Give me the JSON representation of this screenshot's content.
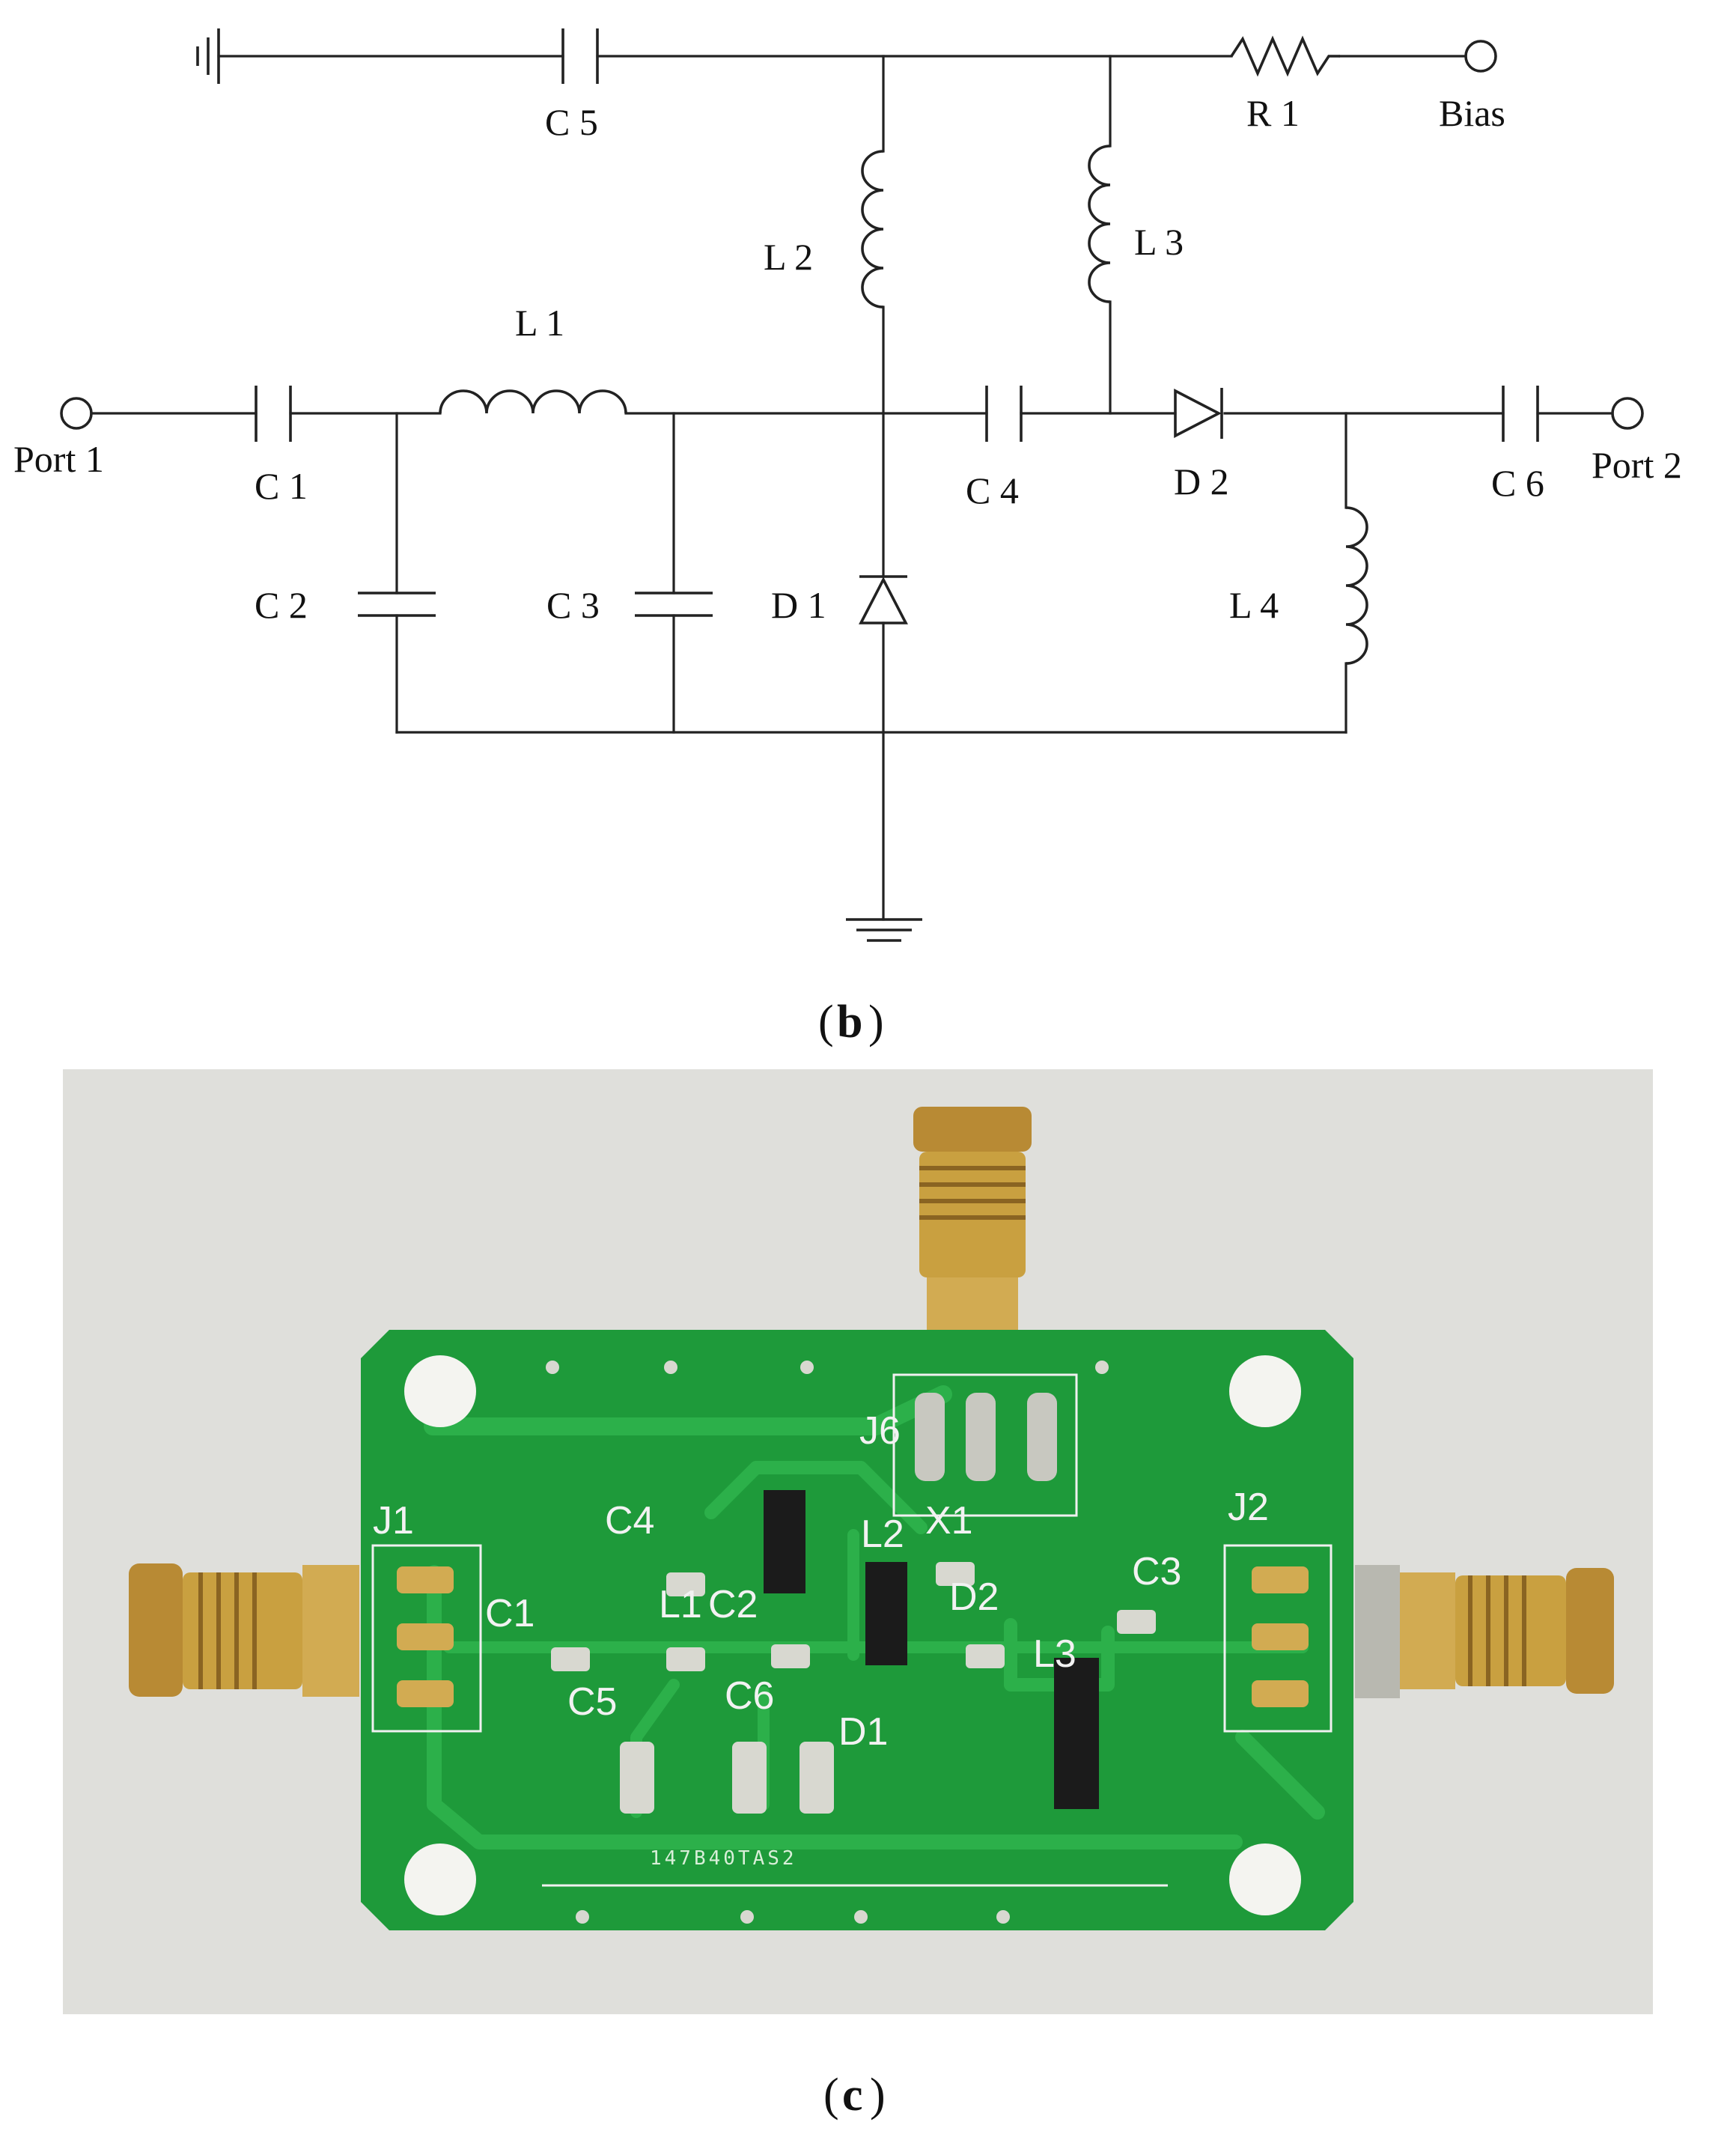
{
  "schematic": {
    "labels": {
      "c5": "C 5",
      "r1": "R 1",
      "bias": "Bias",
      "l2": "L 2",
      "l3": "L 3",
      "l1": "L 1",
      "port1": "Port 1",
      "c1": "C 1",
      "c4": "C 4",
      "d2": "D 2",
      "c6": "C 6",
      "port2": "Port 2",
      "c2": "C 2",
      "c3": "C 3",
      "d1": "D 1",
      "l4": "L 4"
    },
    "panel_label": "b"
  },
  "photo": {
    "silkscreen": {
      "j1": "J1",
      "j2": "J2",
      "j6": "J6",
      "c1": "C1",
      "c2": "C2",
      "c3": "C3",
      "c4": "C4",
      "c5": "C5",
      "c6": "C6",
      "d1": "D1",
      "d2": "D2",
      "l1": "L1",
      "l2": "L2",
      "l3": "L3",
      "x1": "X1",
      "board_code": "147B40TAS2"
    },
    "panel_label": "c",
    "colors": {
      "pcb": "#1e9a3a",
      "trace": "#2cb04a",
      "gold": "#c9a040",
      "background": "#e4e4e0"
    }
  }
}
